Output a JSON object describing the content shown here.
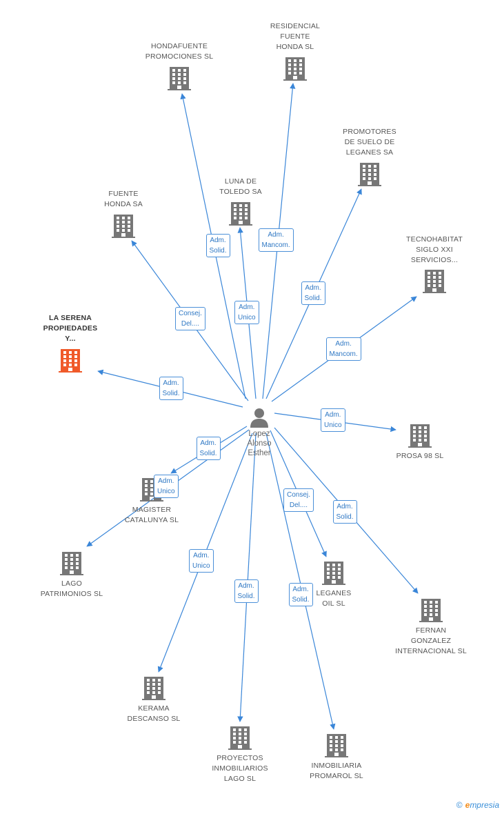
{
  "center": {
    "lines": [
      "Lopez",
      "Alonso",
      "Esther"
    ]
  },
  "colors": {
    "edge": "#3a86d8",
    "building": "#777777",
    "highlight": "#f05a2a"
  },
  "companies": [
    {
      "id": "hondafuente",
      "lines": [
        "HONDAFUENTE",
        "PROMOCIONES SL"
      ],
      "highlight": false
    },
    {
      "id": "residencial",
      "lines": [
        "RESIDENCIAL",
        "FUENTE",
        "HONDA SL"
      ],
      "highlight": false
    },
    {
      "id": "promotores",
      "lines": [
        "PROMOTORES",
        "DE SUELO DE",
        "LEGANES SA"
      ],
      "highlight": false
    },
    {
      "id": "luna",
      "lines": [
        "LUNA DE",
        "TOLEDO SA"
      ],
      "highlight": false
    },
    {
      "id": "fuente",
      "lines": [
        "FUENTE",
        "HONDA SA"
      ],
      "highlight": false
    },
    {
      "id": "tecnohabitat",
      "lines": [
        "TECNOHABITAT",
        "SIGLO XXI",
        "SERVICIOS..."
      ],
      "highlight": false
    },
    {
      "id": "laserena",
      "lines": [
        "LA SERENA",
        "PROPIEDADES",
        "Y..."
      ],
      "highlight": true
    },
    {
      "id": "prosa",
      "lines": [
        "PROSA 98 SL"
      ],
      "highlight": false
    },
    {
      "id": "magister",
      "lines": [
        "MAGISTER",
        "CATALUNYA SL"
      ],
      "highlight": false
    },
    {
      "id": "lago",
      "lines": [
        "LAGO",
        "PATRIMONIOS SL"
      ],
      "highlight": false
    },
    {
      "id": "leganesoil",
      "lines": [
        "LEGANES",
        "OIL SL"
      ],
      "highlight": false
    },
    {
      "id": "fernan",
      "lines": [
        "FERNAN",
        "GONZALEZ",
        "INTERNACIONAL SL"
      ],
      "highlight": false
    },
    {
      "id": "kerama",
      "lines": [
        "KERAMA",
        "DESCANSO SL"
      ],
      "highlight": false
    },
    {
      "id": "proyectos",
      "lines": [
        "PROYECTOS",
        "INMOBILIARIOS",
        "LAGO SL"
      ],
      "highlight": false
    },
    {
      "id": "promarol",
      "lines": [
        "INMOBILIARIA",
        "PROMAROL SL"
      ],
      "highlight": false
    }
  ],
  "relations": [
    {
      "to": "hondafuente",
      "lines": [
        "Adm.",
        "Solid."
      ]
    },
    {
      "to": "residencial",
      "lines": [
        "Adm.",
        "Mancom."
      ]
    },
    {
      "to": "promotores",
      "lines": [
        "Adm.",
        "Solid."
      ]
    },
    {
      "to": "luna",
      "lines": [
        "Adm.",
        "Unico"
      ]
    },
    {
      "to": "fuente",
      "lines": [
        "Consej.",
        "Del...."
      ]
    },
    {
      "to": "tecnohabitat",
      "lines": [
        "Adm.",
        "Mancom."
      ]
    },
    {
      "to": "laserena",
      "lines": [
        "Adm.",
        "Solid."
      ]
    },
    {
      "to": "prosa",
      "lines": [
        "Adm.",
        "Unico"
      ]
    },
    {
      "to": "magister",
      "lines": [
        "Adm.",
        "Solid."
      ]
    },
    {
      "to": "lago",
      "lines": [
        "Adm.",
        "Unico"
      ]
    },
    {
      "to": "leganesoil",
      "lines": [
        "Consej.",
        "Del...."
      ]
    },
    {
      "to": "fernan",
      "lines": [
        "Adm.",
        "Solid."
      ]
    },
    {
      "to": "kerama",
      "lines": [
        "Adm.",
        "Unico"
      ]
    },
    {
      "to": "proyectos",
      "lines": [
        "Adm.",
        "Solid."
      ]
    },
    {
      "to": "promarol",
      "lines": [
        "Adm.",
        "Solid."
      ]
    }
  ],
  "watermark": {
    "copyright": "©",
    "brand_initial": "e",
    "brand_rest": "mpresia"
  }
}
